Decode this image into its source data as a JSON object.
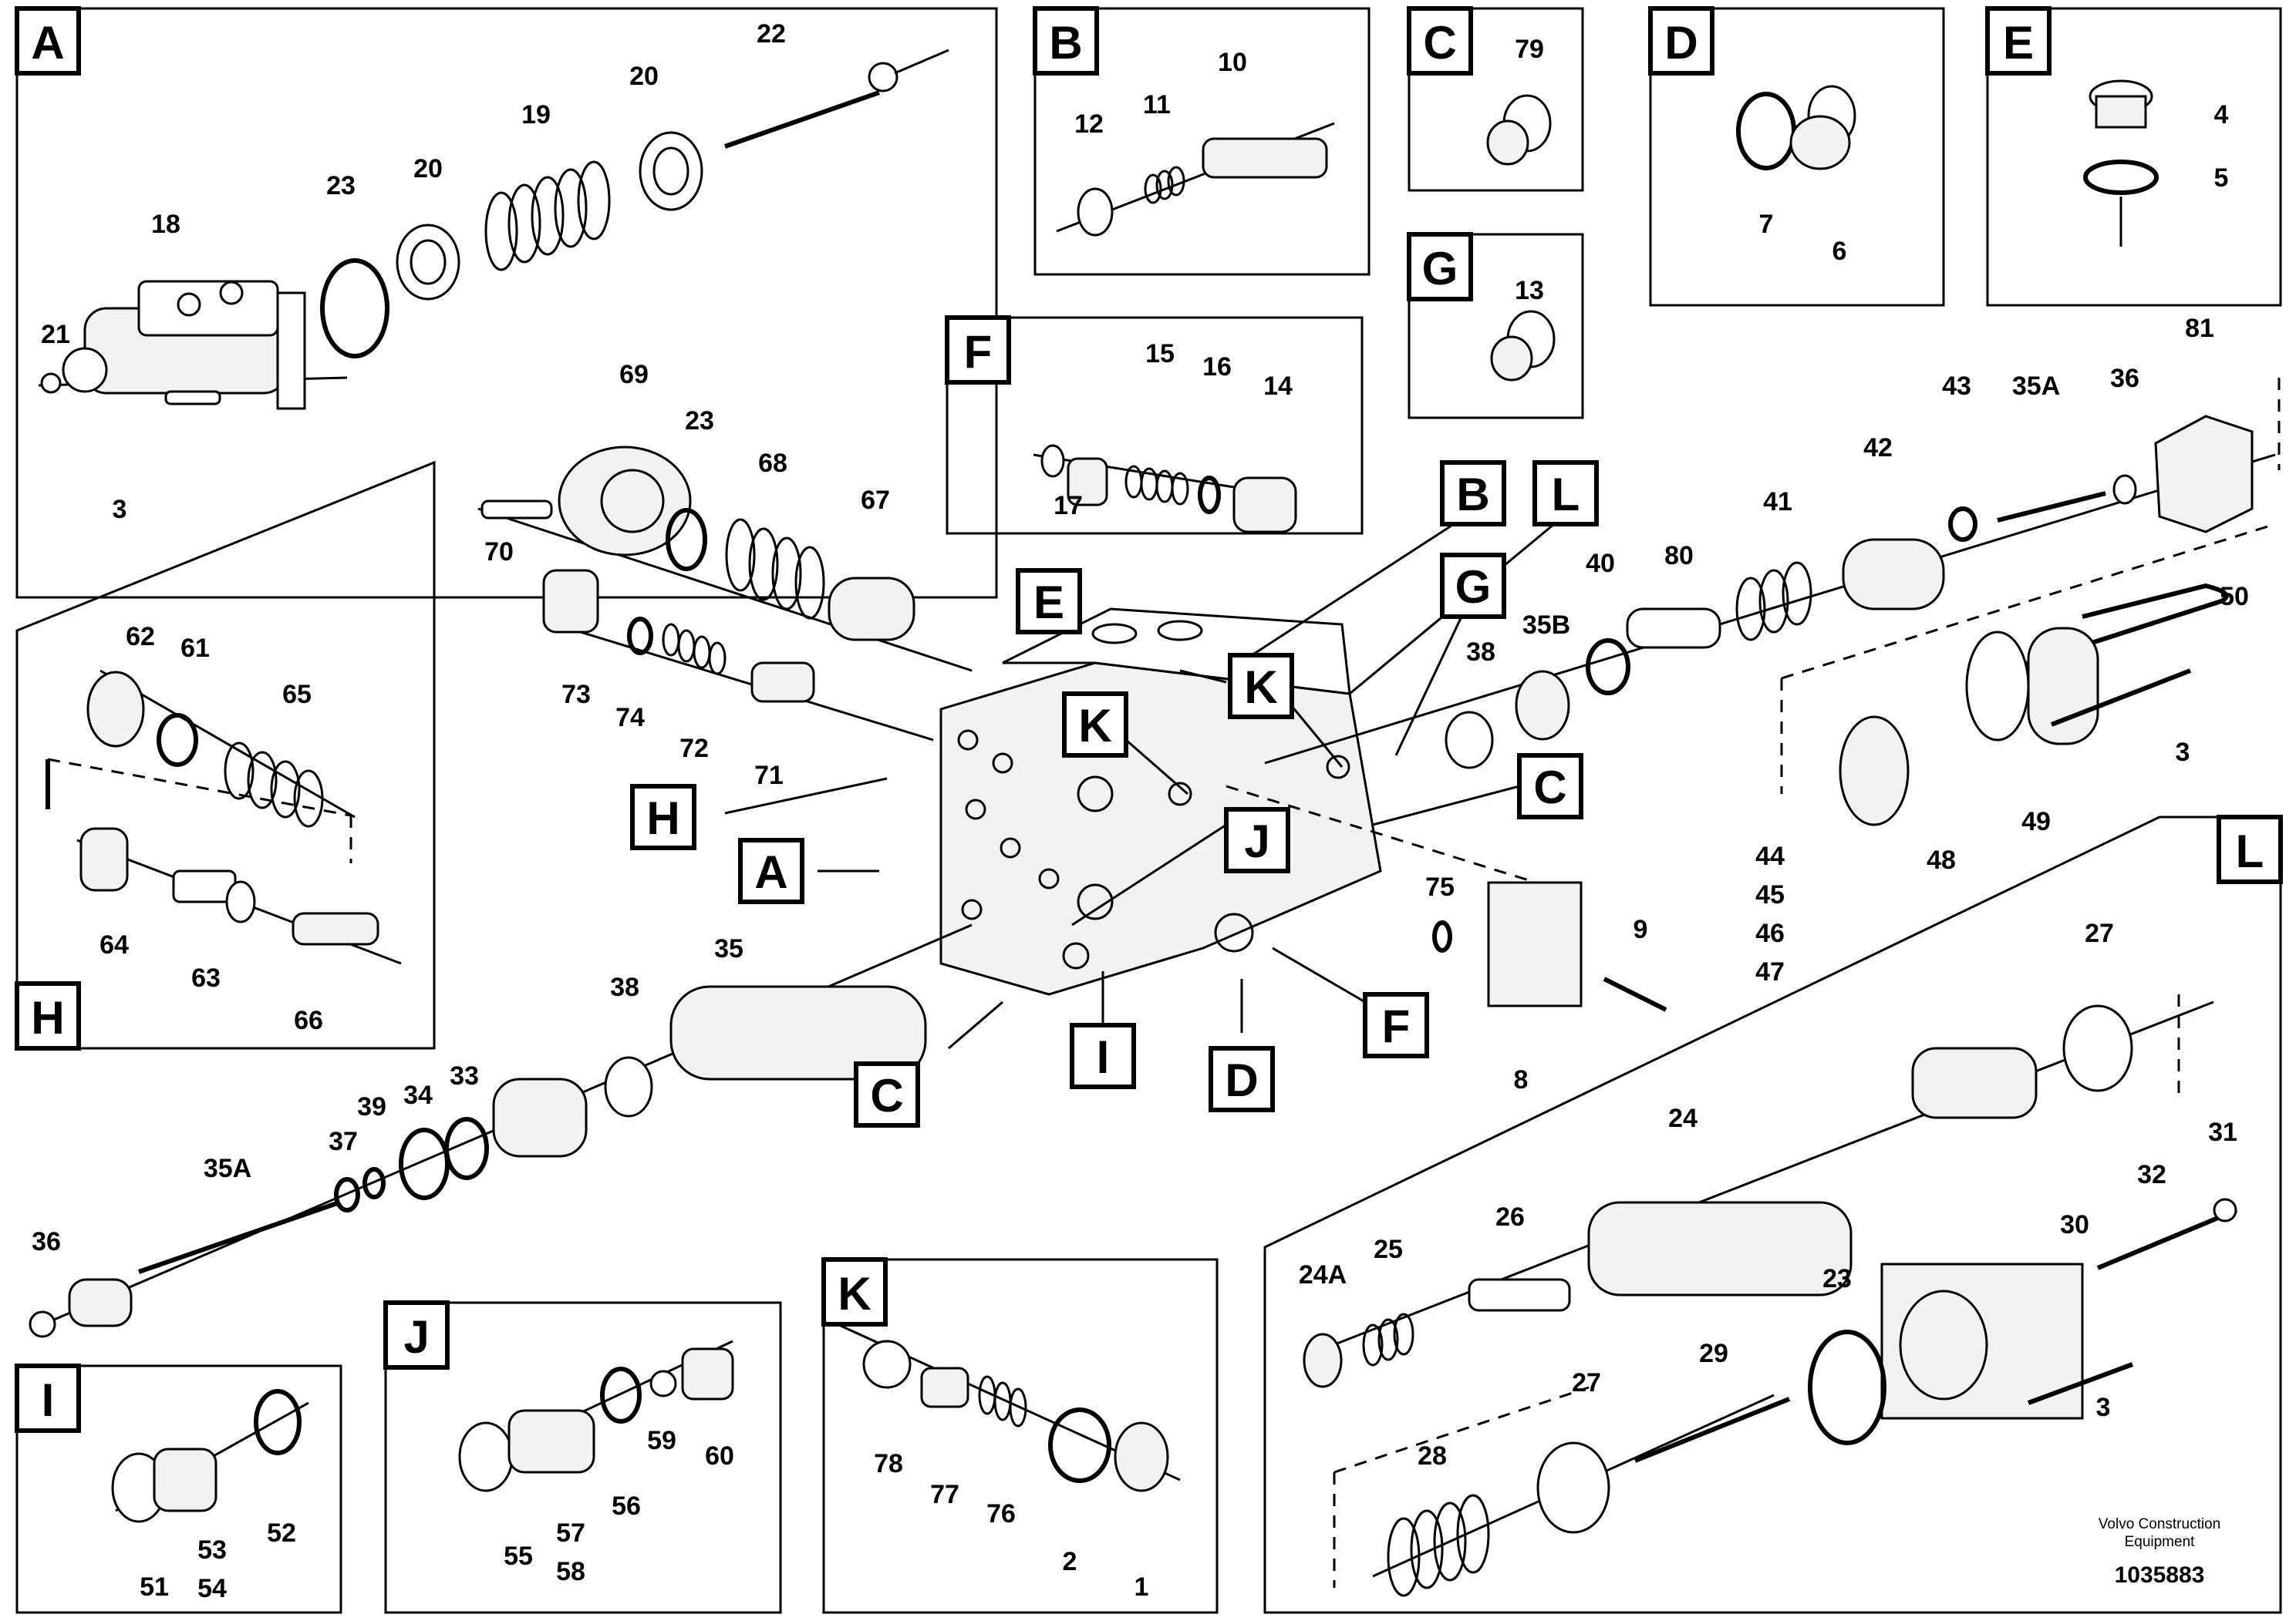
{
  "footer": {
    "brand_line1": "Volvo Construction",
    "brand_line2": "Equipment",
    "drawing_number": "1035883"
  },
  "detail_views": [
    "A",
    "B",
    "C",
    "D",
    "E",
    "F",
    "G",
    "H",
    "I",
    "J",
    "K",
    "L"
  ],
  "callout_labels": [
    "E",
    "K",
    "K",
    "B",
    "L",
    "G",
    "C",
    "H",
    "A",
    "J",
    "C",
    "I",
    "D",
    "F"
  ],
  "parts": {
    "A": [
      "22",
      "20",
      "19",
      "20",
      "23",
      "18",
      "21",
      "3"
    ],
    "B": [
      "10",
      "11",
      "12"
    ],
    "C": [
      "79"
    ],
    "D": [
      "7",
      "6"
    ],
    "E": [
      "4",
      "5"
    ],
    "F": [
      "15",
      "16",
      "14",
      "17"
    ],
    "G": [
      "13"
    ],
    "H": [
      "62",
      "61",
      "65",
      "64",
      "63",
      "66"
    ],
    "I": [
      "52",
      "51",
      "53",
      "54"
    ],
    "J": [
      "60",
      "59",
      "55",
      "57",
      "58",
      "56"
    ],
    "K": [
      "78",
      "77",
      "76",
      "2",
      "1"
    ],
    "L": [
      "27",
      "24",
      "24A",
      "25",
      "26",
      "30",
      "31",
      "32",
      "23",
      "29",
      "27",
      "28",
      "3"
    ],
    "main": [
      "69",
      "23",
      "68",
      "67",
      "70",
      "73",
      "74",
      "72",
      "71",
      "81",
      "36",
      "43",
      "35A",
      "42",
      "41",
      "40",
      "80",
      "35B",
      "38",
      "50",
      "3",
      "49",
      "48",
      "44",
      "45",
      "46",
      "47",
      "75",
      "9",
      "8",
      "35",
      "38",
      "34",
      "33",
      "39",
      "37",
      "35A",
      "36"
    ]
  }
}
